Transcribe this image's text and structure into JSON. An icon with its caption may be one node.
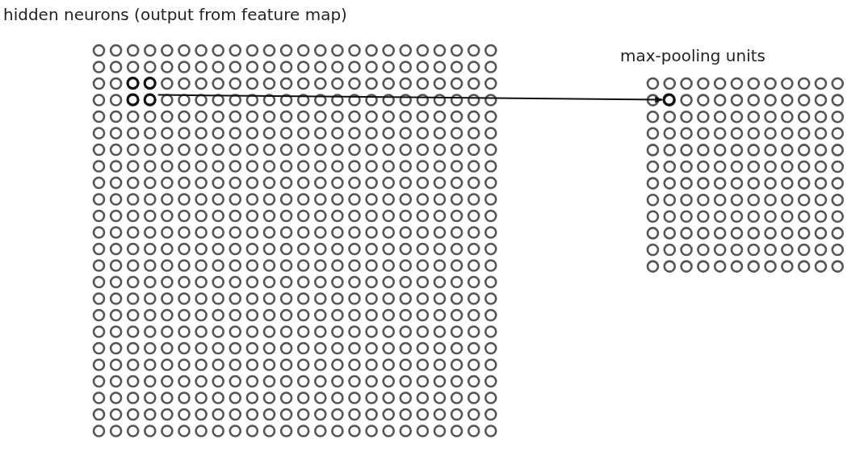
{
  "diagram": {
    "nodes": [
      {
        "text": [
          "hidden neurons (output from feature map)"
        ]
      },
      {
        "text": [],
        "shape": "circle",
        "in": 0
      },
      {
        "text": [
          "max-pooling units"
        ]
      },
      {
        "text": [],
        "shape": "circle",
        "in": 2
      }
    ],
    "edges": [
      {
        "from": 1,
        "to": 3,
        "arrow": "to"
      }
    ]
  }
}
